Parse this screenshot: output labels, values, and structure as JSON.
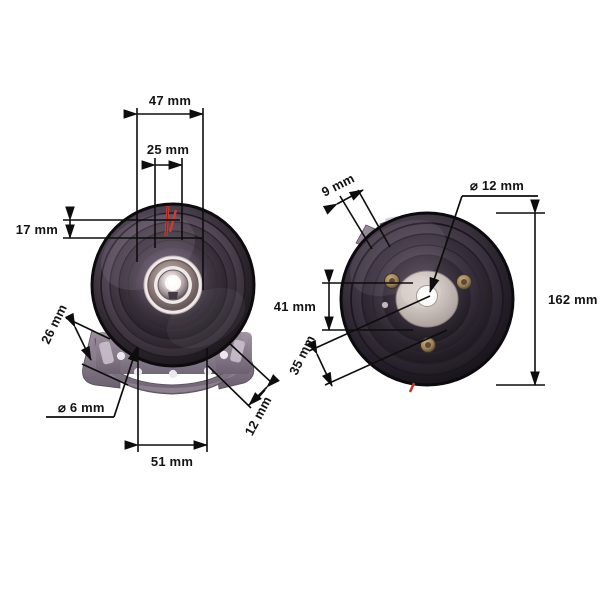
{
  "drawing": {
    "title": "Electromagnetic clutch pulley dimension drawing",
    "background_color": "#ffffff",
    "line_color": "#0d0d0d",
    "text_color": "#141414",
    "units": "mm"
  },
  "views": {
    "left": {
      "name": "front-view",
      "label": "",
      "body_color": "#4a4048",
      "rim_color": "#241f25",
      "bracket_color": "#8a7f8c",
      "wire_color": "#c0392b"
    },
    "right": {
      "name": "rear-view",
      "label": "",
      "body_color": "#3b343c",
      "rim_color": "#1d191e",
      "hub_color": "#cfc6c4",
      "boss_color": "#9a7f58"
    }
  },
  "dimensions": {
    "left_view": [
      {
        "id": "d47",
        "text": "47 mm",
        "value": 47,
        "orientation": "horizontal"
      },
      {
        "id": "d25",
        "text": "25 mm",
        "value": 25,
        "orientation": "horizontal"
      },
      {
        "id": "d17",
        "text": "17 mm",
        "value": 17,
        "orientation": "vertical"
      },
      {
        "id": "d26",
        "text": "26 mm",
        "value": 26,
        "orientation": "diagonal"
      },
      {
        "id": "d6",
        "text": "⌀ 6 mm",
        "value": 6,
        "orientation": "leader"
      },
      {
        "id": "d12a",
        "text": "12 mm",
        "value": 12,
        "orientation": "diagonal"
      },
      {
        "id": "d51",
        "text": "51 mm",
        "value": 51,
        "orientation": "horizontal"
      }
    ],
    "right_view": [
      {
        "id": "d9",
        "text": "9 mm",
        "value": 9,
        "orientation": "diagonal"
      },
      {
        "id": "d12b",
        "text": "⌀ 12 mm",
        "value": 12,
        "orientation": "leader"
      },
      {
        "id": "d41",
        "text": "41 mm",
        "value": 41,
        "orientation": "vertical"
      },
      {
        "id": "d35",
        "text": "35 mm",
        "value": 35,
        "orientation": "diagonal"
      },
      {
        "id": "d162",
        "text": "162 mm",
        "value": 162,
        "orientation": "vertical"
      }
    ]
  },
  "labels": {
    "d47": "47 mm",
    "d25": "25 mm",
    "d17": "17 mm",
    "d26": "26 mm",
    "d6": "⌀ 6 mm",
    "d12a": "12 mm",
    "d51": "51 mm",
    "d9": "9 mm",
    "d12b": "⌀ 12 mm",
    "d41": "41 mm",
    "d35": "35 mm",
    "d162": "162 mm"
  }
}
